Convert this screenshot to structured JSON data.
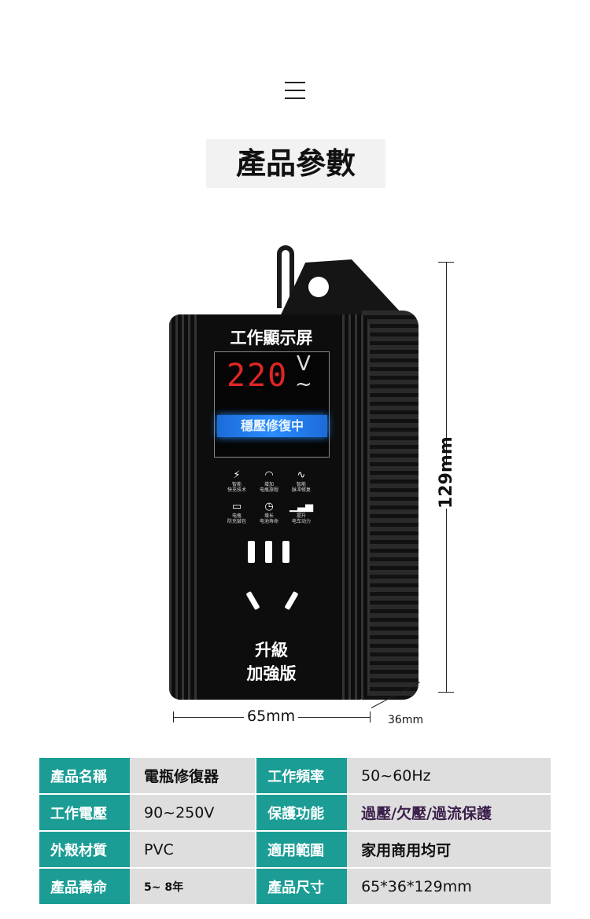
{
  "page_title": "產品參數",
  "device": {
    "screen_title": "工作顯示屏",
    "voltage_reading": "220",
    "unit": "V",
    "ac_symbol": "~",
    "status": "穩壓修復中",
    "features": [
      {
        "icon": "battery-charge-icon",
        "glyph": "⚡",
        "label": "智能\n快充技术"
      },
      {
        "icon": "gauge-icon",
        "glyph": "◠",
        "label": "增加\n电瓶旅程"
      },
      {
        "icon": "pulse-icon",
        "glyph": "∿",
        "label": "智能\n脉冲修复"
      },
      {
        "icon": "battery-icon",
        "glyph": "▭",
        "label": "电瓶\n防充鼓包"
      },
      {
        "icon": "battery-clock-icon",
        "glyph": "◷",
        "label": "增长\n电池寿命"
      },
      {
        "icon": "bars-up-icon",
        "glyph": "▁▃▅",
        "label": "提升\n电车动力"
      }
    ],
    "badge": "升級\n加強版"
  },
  "dimensions": {
    "height": "129mm",
    "width": "65mm",
    "depth": "36mm"
  },
  "specs": [
    {
      "label": "產品名稱",
      "value": "電瓶修復器",
      "label2": "工作頻率",
      "value2": "50~60Hz"
    },
    {
      "label": "工作電壓",
      "value": "90~250V",
      "label2": "保護功能",
      "value2": "過壓/欠壓/過流保護"
    },
    {
      "label": "外殼材質",
      "value": "PVC",
      "label2": "適用範圍",
      "value2": "家用商用均可"
    },
    {
      "label": "產品壽命",
      "value": "5~ 8年",
      "label2": "產品尺寸",
      "value2": "65*36*129mm"
    }
  ],
  "colors": {
    "teal": "#1b9d95",
    "cell": "#dedede",
    "digits": "#e02525",
    "status": "#2a8cff"
  }
}
